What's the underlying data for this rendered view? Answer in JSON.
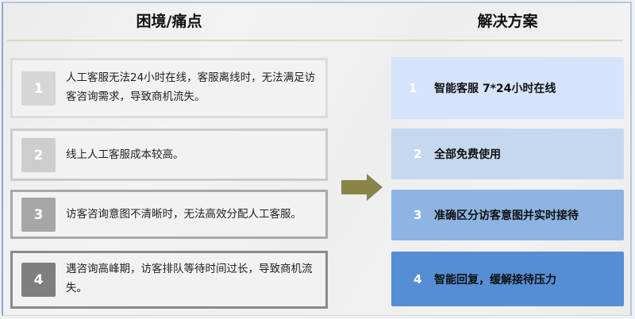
{
  "left_column": {
    "title": "困境/痛点",
    "items": [
      {
        "number": "1",
        "text": "人工客服无法24小时在线，客服离线时，无法满足访客咨询需求，导致商机流失。"
      },
      {
        "number": "2",
        "text": "线上人工客服成本较高。"
      },
      {
        "number": "3",
        "text": "访客咨询意图不清晰时，无法高效分配人工客服。"
      },
      {
        "number": "4",
        "text": "遇咨询高峰期，访客排队等待时间过长，导致商机流失。"
      }
    ]
  },
  "right_column": {
    "title": "解决方案",
    "items": [
      {
        "number": "1",
        "text": "智能客服 7*24小时在线"
      },
      {
        "number": "2",
        "text": "全部免费使用"
      },
      {
        "number": "3",
        "text": "准确区分访客意图并实时接待"
      },
      {
        "number": "4",
        "text": "智能回复，缓解接待压力"
      }
    ]
  },
  "arrow": {
    "icon": "right-arrow-icon",
    "color": "#8b8449"
  },
  "colors": {
    "pain_num_boxes": [
      "#d6d6d6",
      "#cdcdcd",
      "#a6a6a6",
      "#7f7f7f"
    ],
    "pain_borders": [
      "#dcdcdc",
      "#cbcbcb",
      "#a8a8a8",
      "#8a8a8a"
    ],
    "solution_cards": [
      "#d6e3fc",
      "#c6d8f0",
      "#8eb4e3",
      "#558ed5"
    ],
    "underline": "#dcd6c0"
  }
}
